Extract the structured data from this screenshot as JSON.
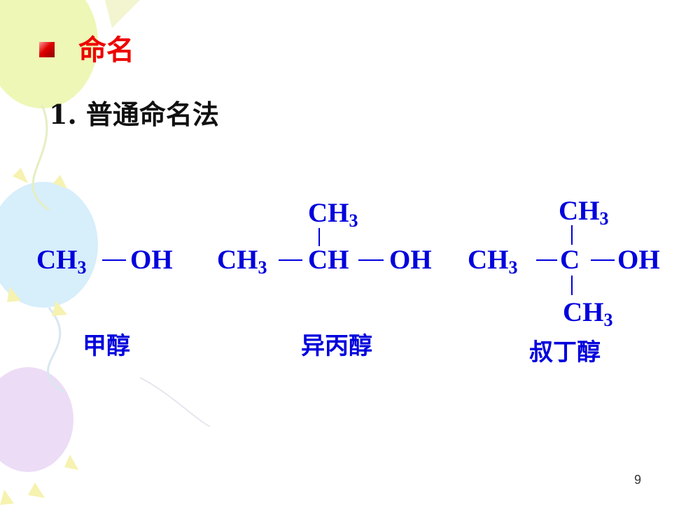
{
  "slide": {
    "title": "命名",
    "subtitle": "1. 普通命名法",
    "page_number": "9"
  },
  "compounds": [
    {
      "name": "甲醇",
      "formula_parts": [
        "CH",
        "3",
        "OH"
      ]
    },
    {
      "name": "异丙醇",
      "formula_parts": [
        "CH",
        "3",
        "CH",
        "OH",
        "CH",
        "3"
      ]
    },
    {
      "name": "叔丁醇",
      "formula_parts": [
        "CH",
        "3",
        "C",
        "OH",
        "CH",
        "3",
        "CH",
        "3"
      ]
    }
  ],
  "colors": {
    "title": "#ee0000",
    "structure_text": "#0000dd",
    "subtitle": "#111111"
  }
}
